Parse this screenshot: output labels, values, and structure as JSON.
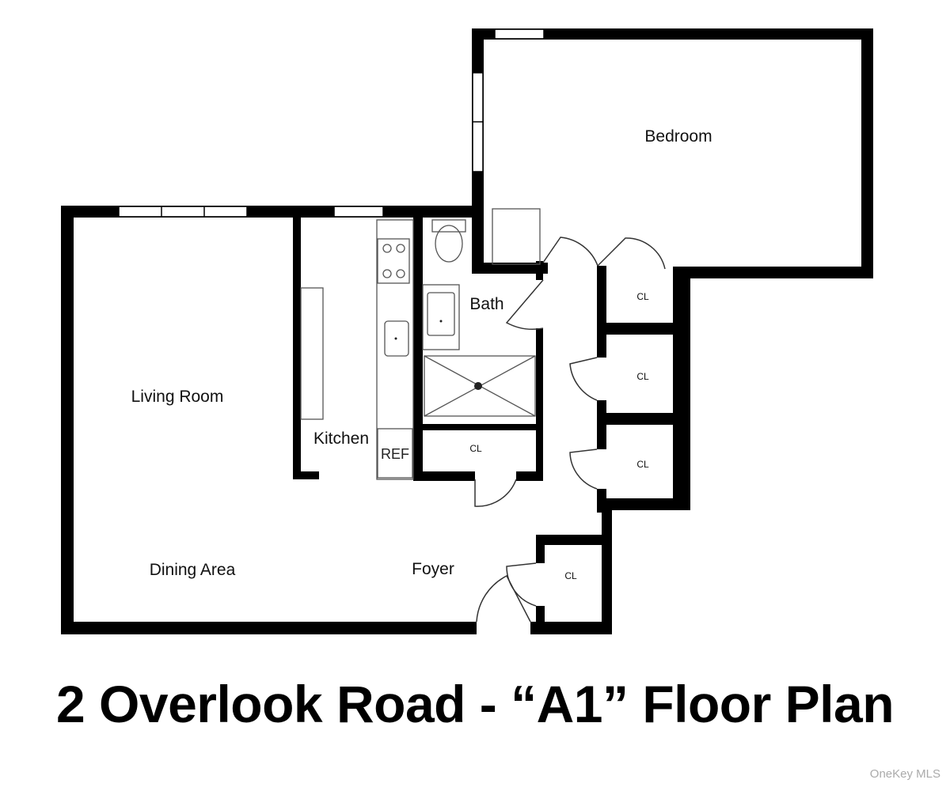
{
  "title": "2 Overlook Road - “A1” Floor Plan",
  "watermark": "OneKey MLS",
  "rooms": {
    "bedroom": "Bedroom",
    "bath": "Bath",
    "living_room": "Living Room",
    "kitchen": "Kitchen",
    "ref": "REF",
    "dining_area": "Dining Area",
    "foyer": "Foyer",
    "closet_1": "CL",
    "closet_2": "CL",
    "closet_3": "CL",
    "closet_4": "CL",
    "closet_5": "CL"
  },
  "colors": {
    "wall": "#000000",
    "fixture": "#555555",
    "background": "#ffffff"
  }
}
